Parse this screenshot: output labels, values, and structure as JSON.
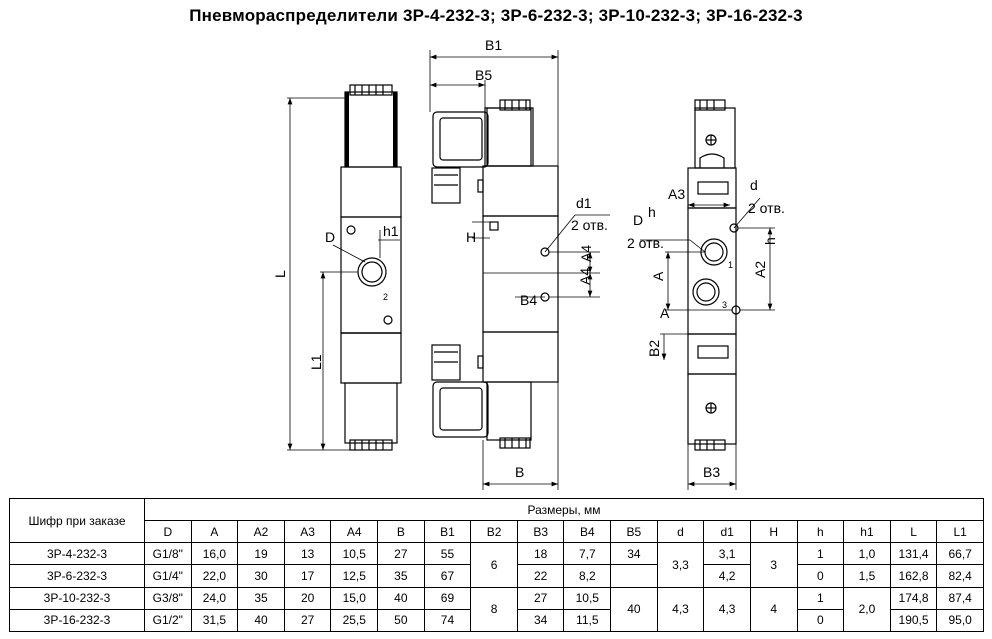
{
  "title": "Пневмораспределители 3Р-4-232-3; 3Р-6-232-3; 3Р-10-232-3; 3Р-16-232-3",
  "drawing_labels": {
    "B1": "B1",
    "B5": "B5",
    "B": "B",
    "B3": "B3",
    "B4": "B4",
    "B2": "B2",
    "L": "L",
    "L1": "L1",
    "D": "D",
    "h1": "h1",
    "h": "h",
    "H": "H",
    "d1": "d1",
    "d": "d",
    "A": "A",
    "A2": "A2",
    "A3": "A3",
    "A4": "A4",
    "two_holes": "2 отв.",
    "port1": "1",
    "port2": "2",
    "port3": "3"
  },
  "table": {
    "head_code": "Шифр при заказе",
    "head_sizes": "Размеры, мм",
    "columns": [
      "D",
      "A",
      "A2",
      "A3",
      "A4",
      "B",
      "B1",
      "B2",
      "B3",
      "B4",
      "B5",
      "d",
      "d1",
      "H",
      "h",
      "h1",
      "L",
      "L1"
    ],
    "rows": [
      {
        "code": "3Р-4-232-3",
        "D": "G1/8\"",
        "A": "16,0",
        "A2": "19",
        "A3": "13",
        "A4": "10,5",
        "B": "27",
        "B1": "55",
        "B3": "18",
        "B4": "7,7",
        "B5": "34",
        "d1": "3,1",
        "h": "1",
        "h1": "1,0",
        "L": "131,4",
        "L1": "66,7"
      },
      {
        "code": "3Р-6-232-3",
        "D": "G1/4\"",
        "A": "22,0",
        "A2": "30",
        "A3": "17",
        "A4": "12,5",
        "B": "35",
        "B1": "67",
        "B3": "22",
        "B4": "8,2",
        "d1": "4,2",
        "h": "0",
        "h1": "1,5",
        "L": "162,8",
        "L1": "82,4"
      },
      {
        "code": "3Р-10-232-3",
        "D": "G3/8\"",
        "A": "24,0",
        "A2": "35",
        "A3": "20",
        "A4": "15,0",
        "B": "40",
        "B1": "69",
        "B3": "27",
        "B4": "10,5",
        "h": "1",
        "L": "174,8",
        "L1": "87,4"
      },
      {
        "code": "3Р-16-232-3",
        "D": "G1/2\"",
        "A": "31,5",
        "A2": "40",
        "A3": "27",
        "A4": "25,5",
        "B": "50",
        "B1": "74",
        "B3": "34",
        "B4": "11,5",
        "h": "0",
        "L": "190,5",
        "L1": "95,0"
      }
    ],
    "merged": {
      "B2_top": "6",
      "B2_bottom": "8",
      "B5_bottom": "40",
      "d_top": "3,3",
      "d_bottom": "4,3",
      "d1_bottom": "4,3",
      "H_top": "3",
      "H_bottom": "4",
      "h1_bottom": "2,0"
    }
  }
}
